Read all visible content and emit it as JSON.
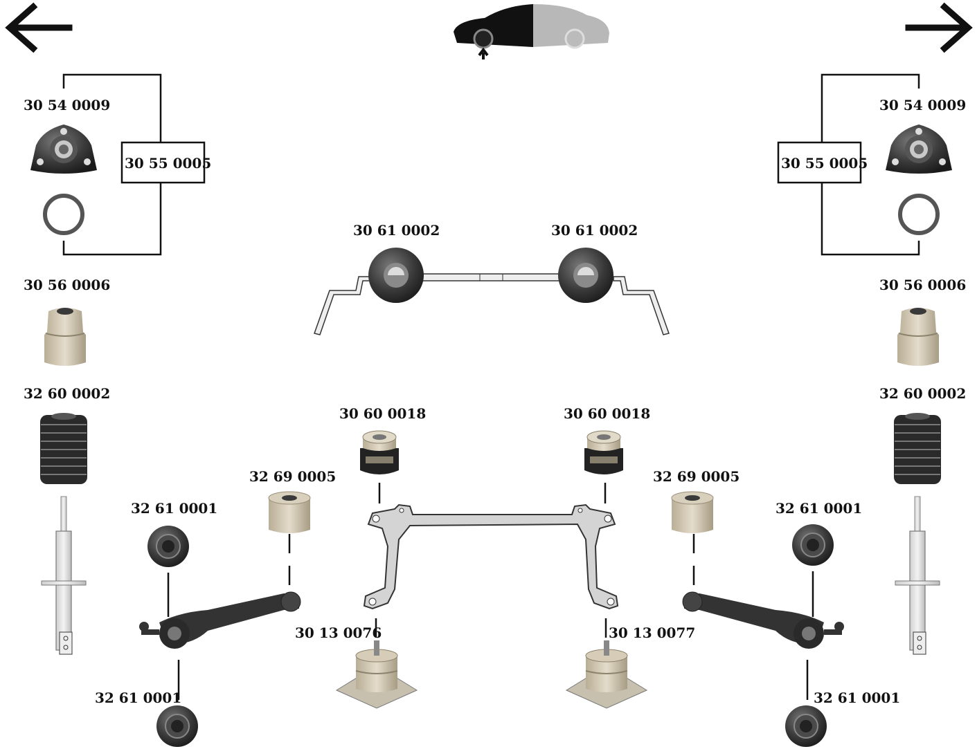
{
  "navigation": {
    "back_icon": "arrow-left-icon",
    "forward_icon": "arrow-right-icon",
    "vehicle_icon": "car-front-axle-icon"
  },
  "parts": {
    "top_mount": "30 54 0009",
    "top_mount_kit": "30 55 0005",
    "bump_stop": "30 56 0006",
    "dust_cover": "32 60 0002",
    "stabilizer_bushing": "30 61 0002",
    "subframe_upper_mount": "30 60 0018",
    "arm_rear_bushing": "32 69 0005",
    "arm_front_bushing": "32 61 0001",
    "subframe_mount_left": "30 13 0076",
    "subframe_mount_right": "30 13 0077"
  }
}
